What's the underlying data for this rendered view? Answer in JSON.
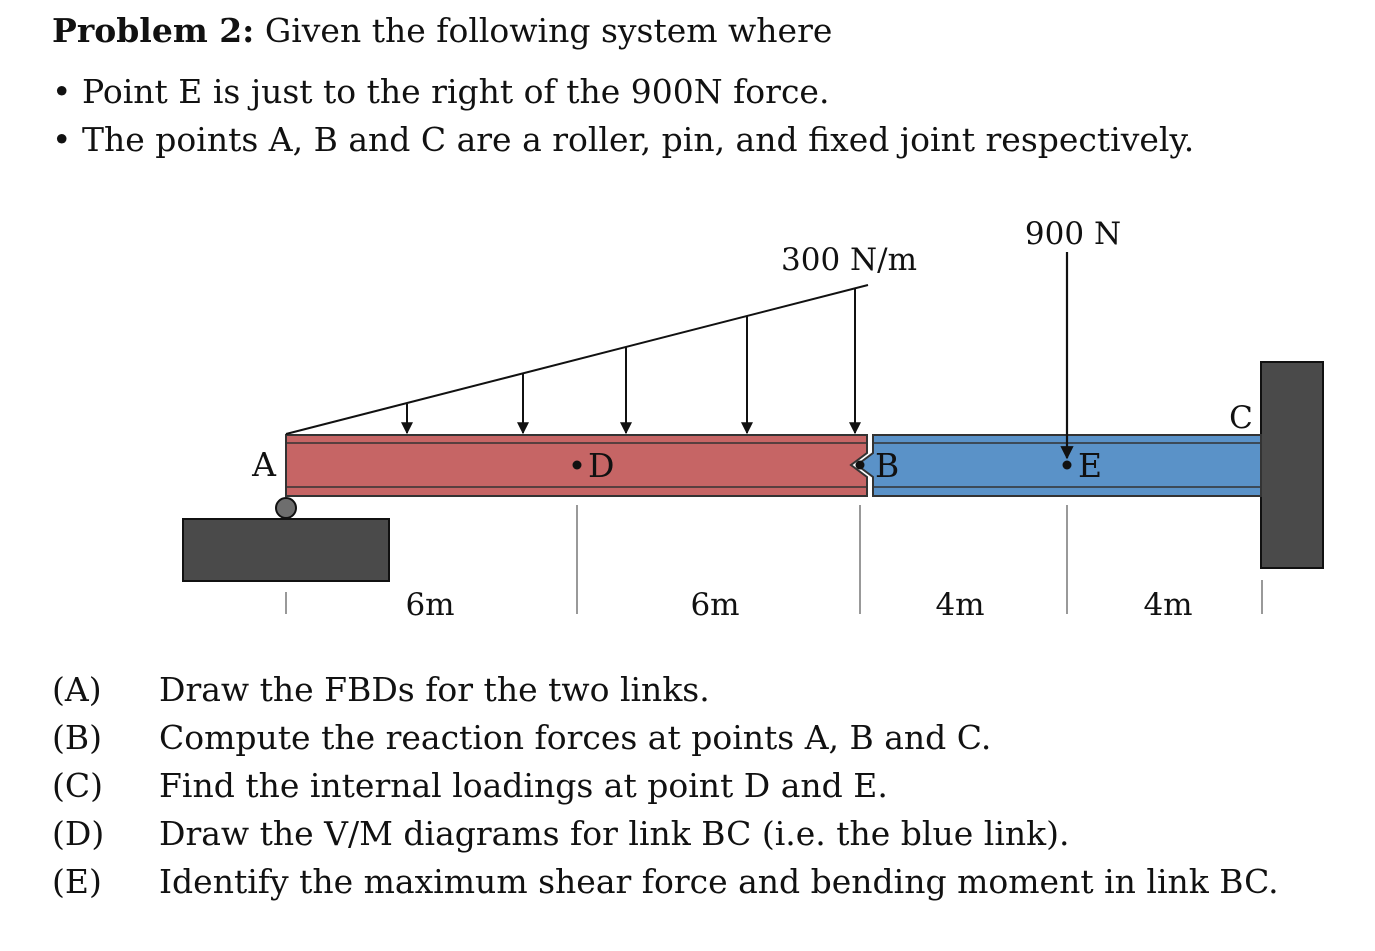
{
  "problem": {
    "title": "Problem 2:",
    "intro": "Given the following system where",
    "bullets": [
      "Point E is just to the right of the 900N force.",
      "The points A, B and C are a roller, pin, and fixed joint respectively."
    ]
  },
  "diagram": {
    "points": {
      "a": "A",
      "b": "B",
      "c": "C",
      "d": "D",
      "e": "E"
    },
    "distributed_load_label": "300 N/m",
    "point_load_label": "900 N",
    "dimensions": [
      "6m",
      "6m",
      "4m",
      "4m"
    ],
    "colors": {
      "link_ab": "#c66565",
      "link_bc": "#5a92c8",
      "support": "#4a4a4a",
      "roller": "#6e6e6e"
    }
  },
  "questions": [
    {
      "label": "(A)",
      "text": "Draw the FBDs for the two links."
    },
    {
      "label": "(B)",
      "text": "Compute the reaction forces at points A, B and C."
    },
    {
      "label": "(C)",
      "text": "Find the internal loadings at point D and E."
    },
    {
      "label": "(D)",
      "text": "Draw the V/M diagrams for link BC (i.e. the blue link)."
    },
    {
      "label": "(E)",
      "text": "Identify the maximum shear force and bending moment in link BC."
    }
  ]
}
